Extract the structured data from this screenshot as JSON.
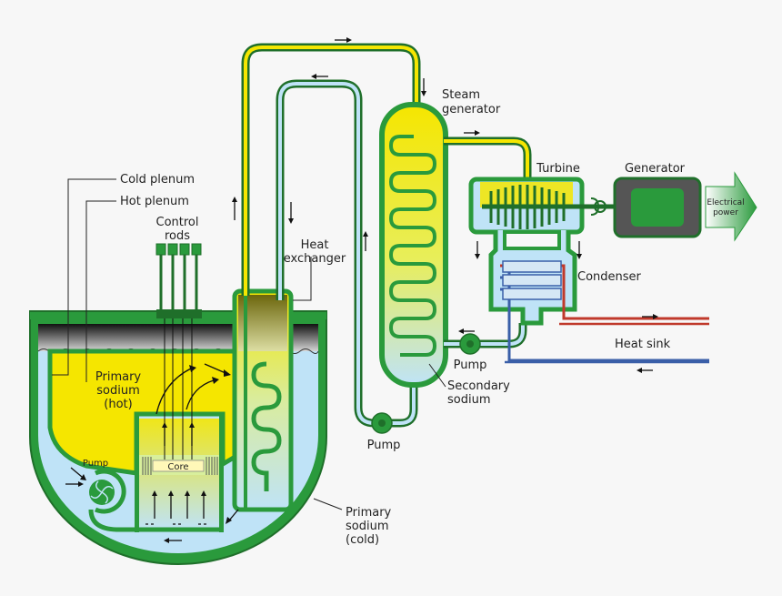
{
  "labels": {
    "cold_plenum": "Cold plenum",
    "hot_plenum": "Hot plenum",
    "control_rods_1": "Control",
    "control_rods_2": "rods",
    "heat_exchanger_1": "Heat",
    "heat_exchanger_2": "exchanger",
    "steam_generator_1": "Steam",
    "steam_generator_2": "generator",
    "turbine": "Turbine",
    "generator": "Generator",
    "electrical_power_1": "Electrical",
    "electrical_power_2": "power",
    "condenser": "Condenser",
    "heat_sink": "Heat sink",
    "pump_right": "Pump",
    "secondary_sodium_1": "Secondary",
    "secondary_sodium_2": "sodium",
    "pump_middle": "Pump",
    "primary_hot_1": "Primary",
    "primary_hot_2": "sodium",
    "primary_hot_3": "(hot)",
    "primary_cold_1": "Primary",
    "primary_cold_2": "sodium",
    "primary_cold_3": "(cold)",
    "pump_reactor": "Pump",
    "core": "Core"
  },
  "colors": {
    "vessel_green": "#2a9a3c",
    "dark_green": "#1f6f2a",
    "hot_yellow": "#f5e600",
    "cold_blue": "#bfe3f7",
    "steam_blue": "#cfe8f6",
    "heat_sink_red": "#c0392b",
    "heat_sink_blue": "#3a5fa8",
    "background": "#f7f7f7"
  }
}
